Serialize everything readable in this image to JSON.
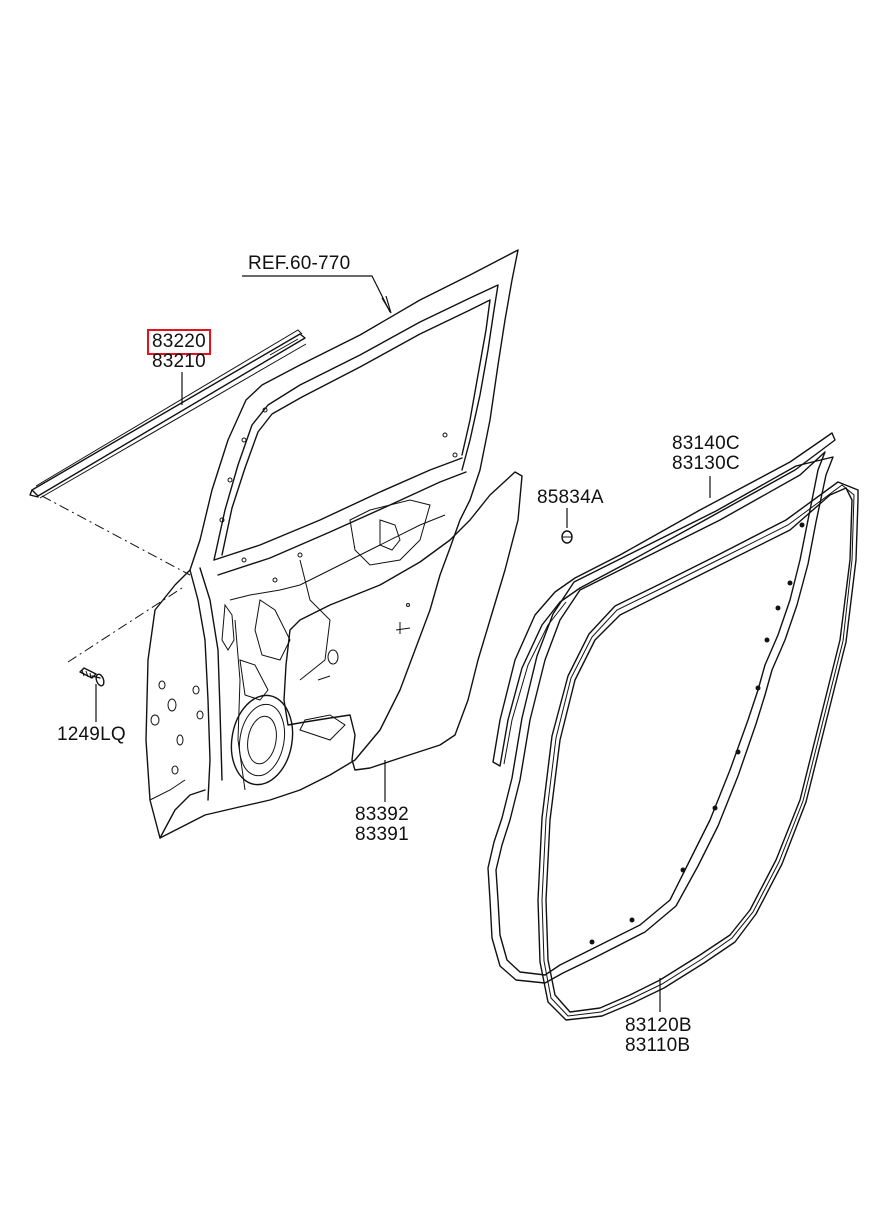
{
  "diagram": {
    "labels": {
      "ref": "REF.60-770",
      "molding_a": "83220",
      "molding_b": "83210",
      "bolt": "1249LQ",
      "film_a": "83392",
      "film_b": "83391",
      "clip": "85834A",
      "weatherstrip_outer_a": "83140C",
      "weatherstrip_outer_b": "83130C",
      "weatherstrip_inner_a": "83120B",
      "weatherstrip_inner_b": "83110B"
    },
    "highlight_color": "#e8101a"
  }
}
